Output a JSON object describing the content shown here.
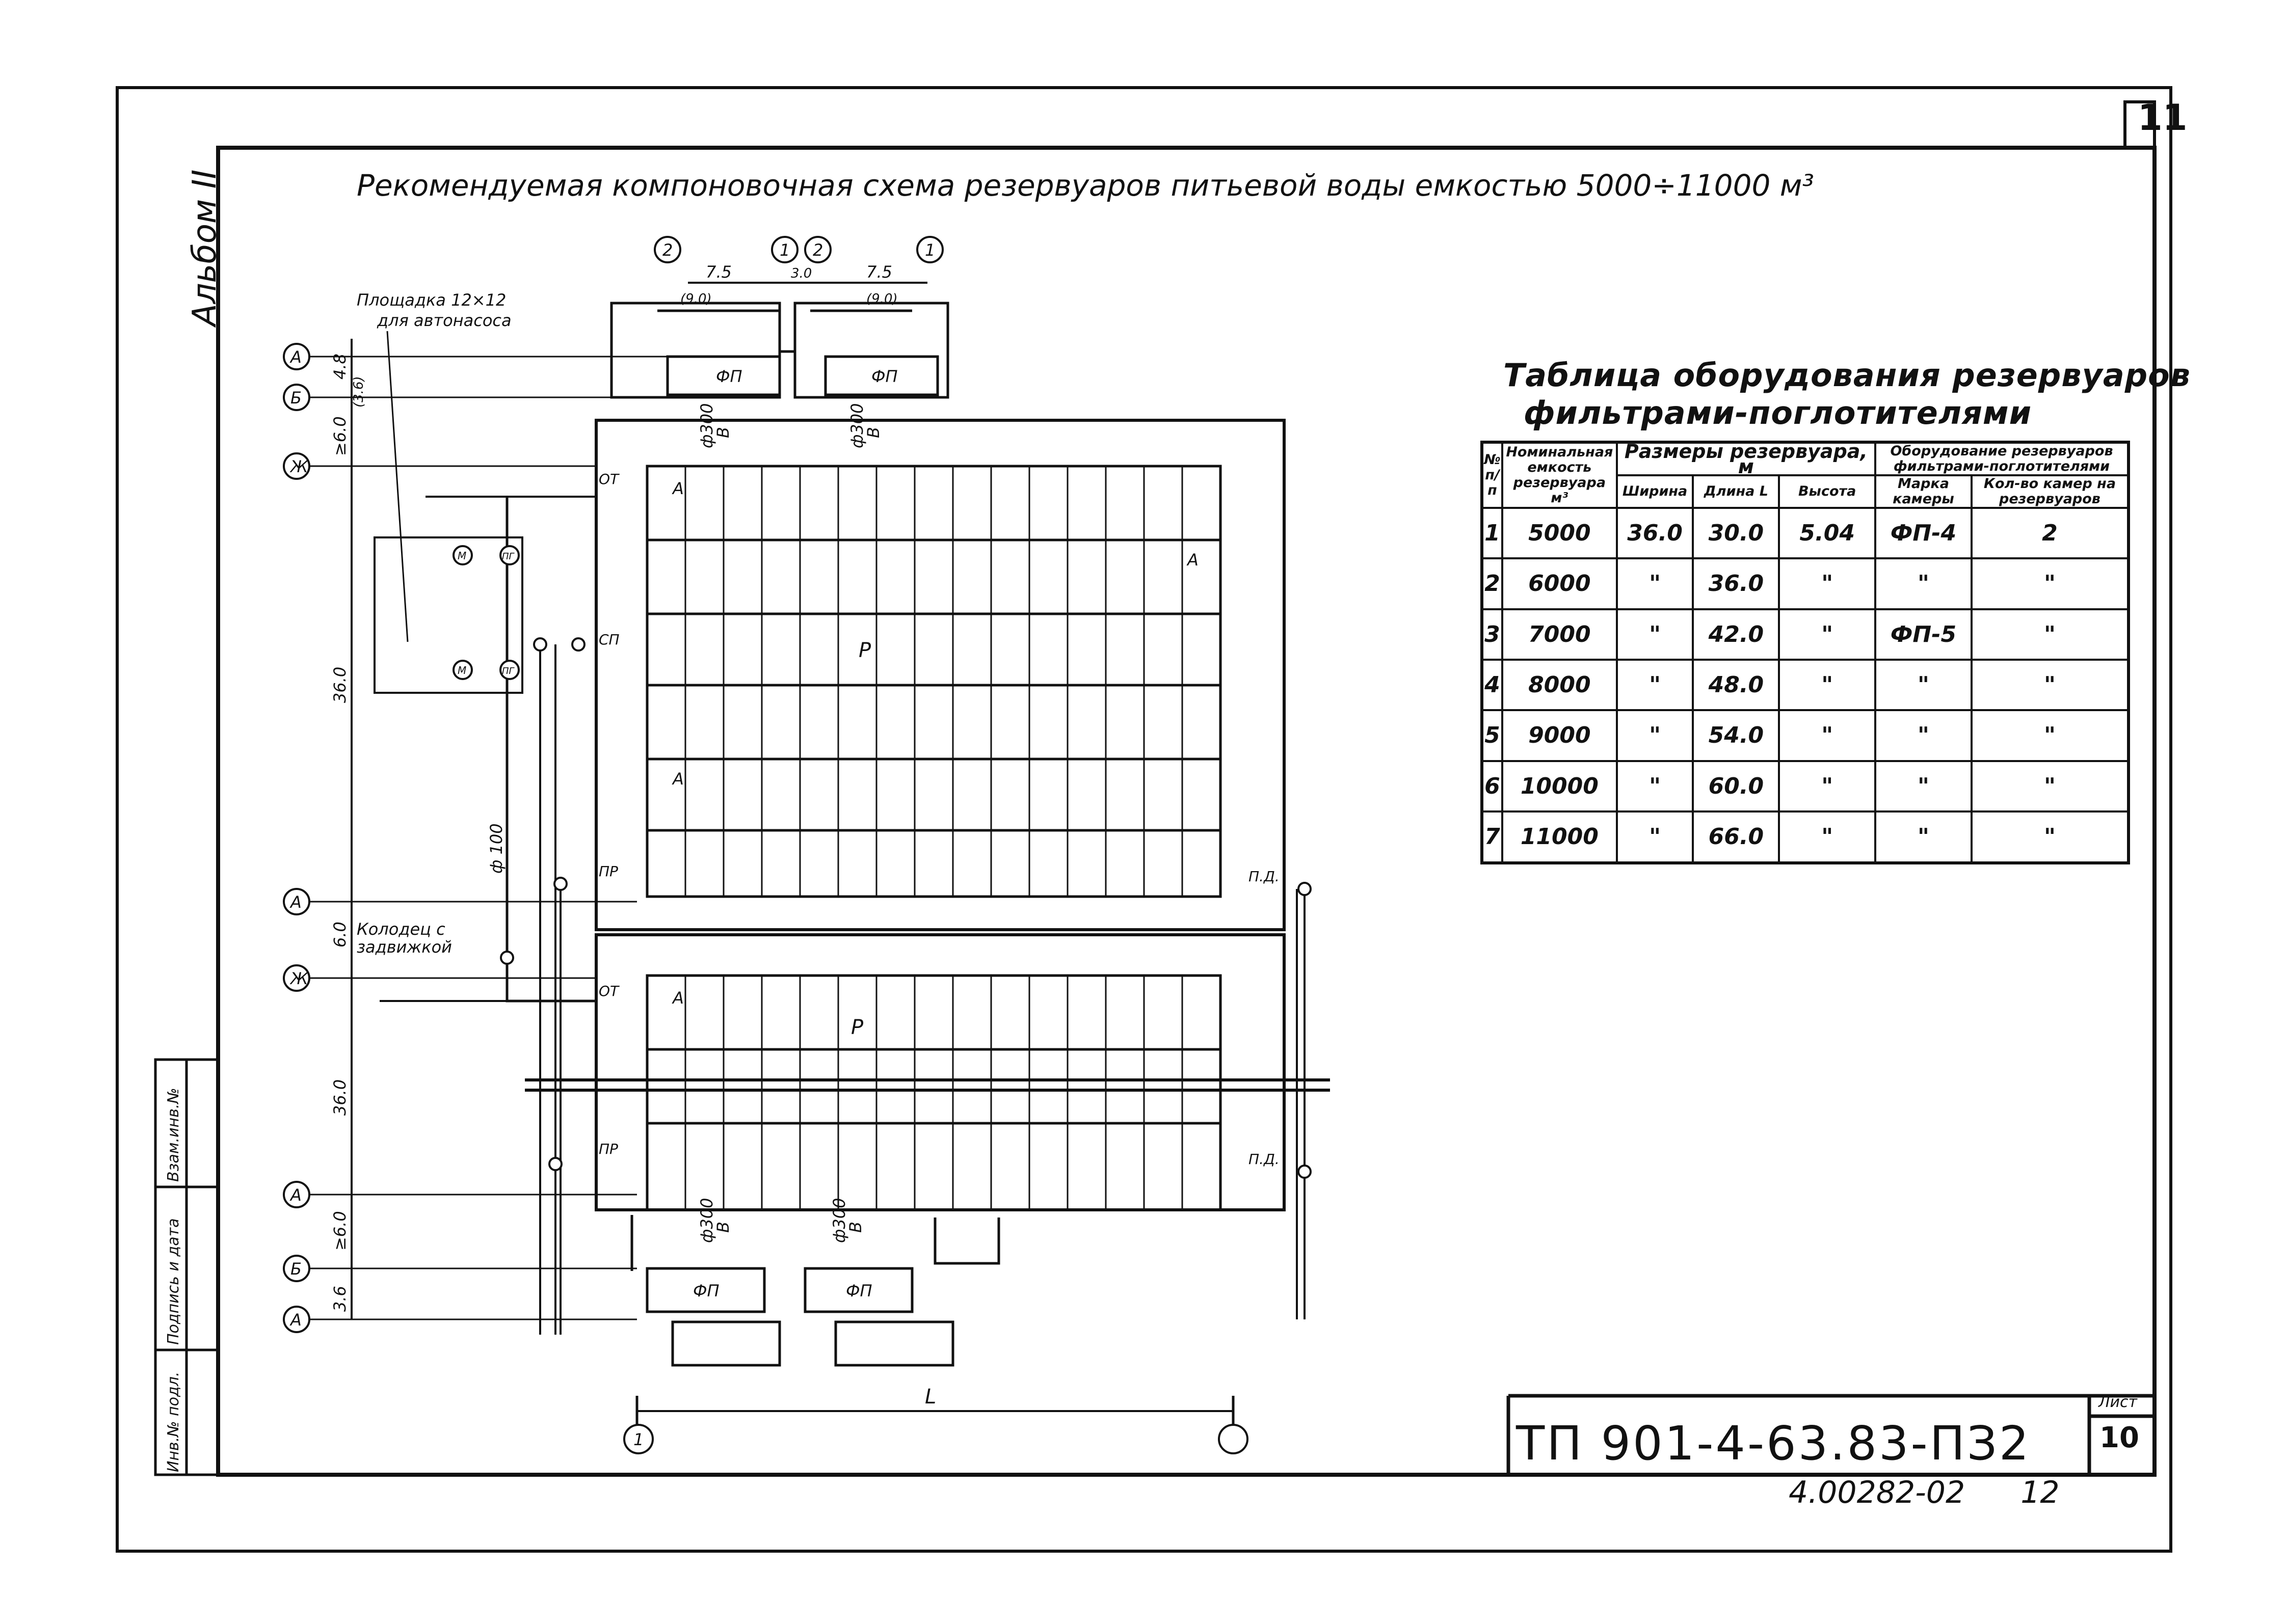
{
  "sheet": {
    "page_number": "11",
    "album_label": "Альбом II",
    "title": "Рекомендуемая компоновочная схема резервуаров питьевой воды емкостью 5000÷11000 м³",
    "doc_code": "ТП 901-4-63.83-ПЗ2",
    "sub_code": "4.00282-02",
    "sub_page": "12",
    "sheet_label": "Лист",
    "sheet_number": "10"
  },
  "side_stamp": [
    "Инв.№ подл.",
    "Подпись и дата",
    "Взам.инв.№"
  ],
  "plan": {
    "axis_top": [
      "2",
      "1",
      "2",
      "1"
    ],
    "axis_bottom": [
      "1",
      ""
    ],
    "row_axes": [
      "А",
      "Б",
      "Ж",
      "А",
      "Ж",
      "А",
      "Б",
      "А"
    ],
    "dims_top": [
      "7.5",
      "(9.0)",
      "3.0",
      "7.5",
      "(9.0)"
    ],
    "dims_left": [
      "4.8",
      "(3.6)",
      "≥6.0",
      "36.0",
      "6.0",
      "36.0",
      "≥6.0",
      "3.6"
    ],
    "dim_L": "L",
    "platform_label": [
      "Площадка 12×12",
      "для автонасоса"
    ],
    "well_label": [
      "Колодец с",
      "задвижкой"
    ],
    "pipe_label": "ф 100",
    "filter_unit": "ФП",
    "pipe_300": "ф300",
    "pipe_v": "В",
    "reservoir_mark": "Р",
    "section_mark": "А",
    "side_labels": [
      "ОТ",
      "СП",
      "ПР",
      "ОТ",
      "ПР"
    ],
    "overflow_label": "П.Д.",
    "pump_m": "М",
    "pump_pg": "ПГ"
  },
  "table": {
    "title_line1": "Таблица оборудования резервуаров",
    "title_line2": "фильтрами-поглотителями",
    "headers": {
      "num": "№ п/п",
      "capacity": "Номинальная емкость резервуара м³",
      "dims_group": "Размеры резервуара, м",
      "width": "Ширина",
      "length": "Длина L",
      "height": "Высота",
      "equip_group": "Оборудование резервуаров фильтрами-поглотителями",
      "brand": "Марка камеры",
      "count": "Кол-во камер на резервуаров"
    },
    "rows": [
      [
        "1",
        "5000",
        "36.0",
        "30.0",
        "5.04",
        "ФП-4",
        "2"
      ],
      [
        "2",
        "6000",
        "\"",
        "36.0",
        "\"",
        "\"",
        "\""
      ],
      [
        "3",
        "7000",
        "\"",
        "42.0",
        "\"",
        "ФП-5",
        "\""
      ],
      [
        "4",
        "8000",
        "\"",
        "48.0",
        "\"",
        "\"",
        "\""
      ],
      [
        "5",
        "9000",
        "\"",
        "54.0",
        "\"",
        "\"",
        "\""
      ],
      [
        "6",
        "10000",
        "\"",
        "60.0",
        "\"",
        "\"",
        "\""
      ],
      [
        "7",
        "11000",
        "\"",
        "66.0",
        "\"",
        "\"",
        "\""
      ]
    ]
  }
}
